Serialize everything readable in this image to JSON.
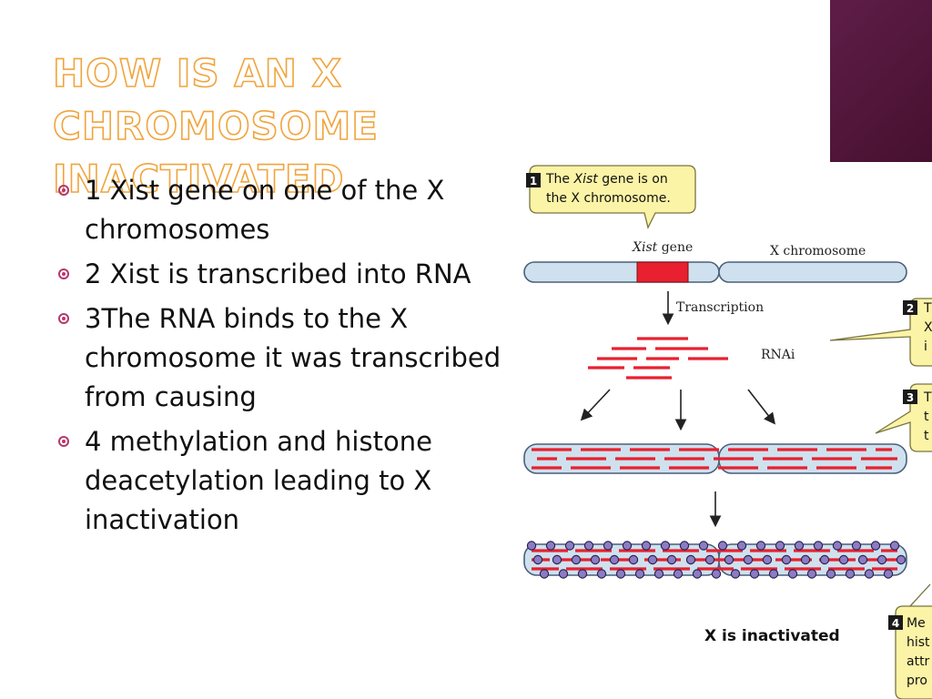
{
  "slide": {
    "title": "How is an X chromosome inactivated",
    "bullets": [
      "1 Xist gene on one of the X chromosomes",
      "2 Xist is transcribed into RNA",
      "3The RNA binds to the X chromosome it was transcribed from causing",
      "4 methylation and histone deacetylation leading to X inactivation"
    ]
  },
  "diagram": {
    "steps": [
      {
        "number": "1",
        "line1_pre": "The ",
        "line1_italic": "Xist",
        "line1_post": " gene is on",
        "line2": "the X chromosome."
      },
      {
        "number": "2",
        "line1": "T",
        "line2": "X",
        "line3": "i"
      },
      {
        "number": "3",
        "line1": "T",
        "line2": "t",
        "line3": "t"
      },
      {
        "number": "4",
        "line1": "Me",
        "line2": "hist",
        "line3": "attr",
        "line4": "pro"
      }
    ],
    "labels": {
      "xist_italic": "Xist",
      "xist_gene": " gene",
      "x_chromosome": "X chromosome",
      "transcription": "Transcription",
      "rnai": "RNAi",
      "inactivated": "X is inactivated"
    },
    "colors": {
      "chromosome_fill": "#cfe1ee",
      "chromosome_stroke": "#4a5f7c",
      "rna_red": "#e8202f",
      "callout_fill": "#fbf3a6",
      "callout_stroke": "#7a7440",
      "protein_fill": "#8c7cc4",
      "accent_corner": "#5a1a45",
      "title_orange": "#f0a43c"
    }
  }
}
